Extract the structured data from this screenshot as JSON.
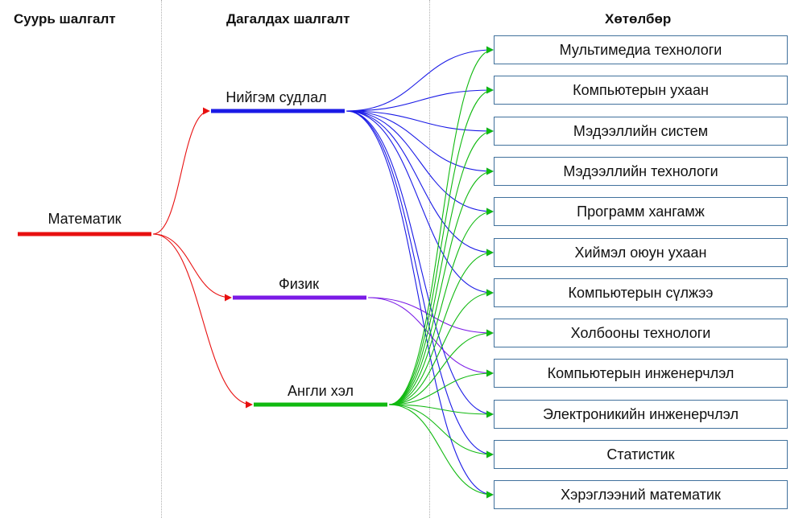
{
  "headers": {
    "base": "Суурь шалгалт",
    "secondary": "Дагалдах шалгалт",
    "programs": "Хөтөлбөр"
  },
  "subjects": {
    "math": "Математик",
    "social": "Нийгэм судлал",
    "physics": "Физик",
    "english": "Англи хэл"
  },
  "programs": [
    "Мультимедиа технологи",
    "Компьютерын ухаан",
    "Мэдээллийн систем",
    "Мэдээллийн технологи",
    "Программ хангамж",
    "Хиймэл оюун ухаан",
    "Компьютерын сүлжээ",
    "Холбооны технологи",
    "Компьютерын инженерчлэл",
    "Электроникийн инженерчлэл",
    "Статистик",
    "Хэрэглээний математик"
  ],
  "colors": {
    "math": "#e81010",
    "social": "#1a1ae6",
    "physics": "#7a1ae6",
    "english": "#10b910",
    "box_border": "#41719c"
  },
  "links": {
    "math": [
      "social",
      "physics",
      "english"
    ],
    "social": [
      0,
      1,
      2,
      3,
      4,
      5,
      6,
      9,
      10,
      11
    ],
    "physics": [
      7,
      8
    ],
    "english": [
      0,
      1,
      2,
      3,
      4,
      5,
      6,
      7,
      8,
      9,
      10,
      11
    ]
  }
}
